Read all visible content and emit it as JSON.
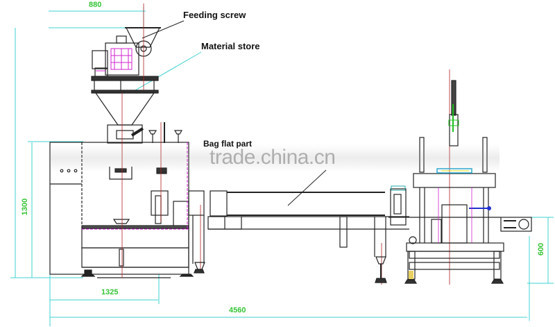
{
  "drawing": {
    "subject": "Packaging machine general layout (side elevation)",
    "labels": {
      "feeding_screw": "Feeding screw",
      "material_store": "Material store",
      "bag_flat_part": "Bag flat part"
    },
    "dimensions": {
      "top_width": "880",
      "left_height": "1300",
      "bottom_left_width": "1325",
      "overall_width": "4560",
      "right_height": "600"
    },
    "watermark": "trade.china.cn",
    "colors": {
      "dimension_line": "#3fd0d0",
      "dimension_text": "#35c435",
      "outline": "#222222",
      "centerline": "#b02020",
      "highlight_magenta": "#d020d0",
      "highlight_green": "#20c020",
      "highlight_blue": "#2030d0"
    }
  }
}
